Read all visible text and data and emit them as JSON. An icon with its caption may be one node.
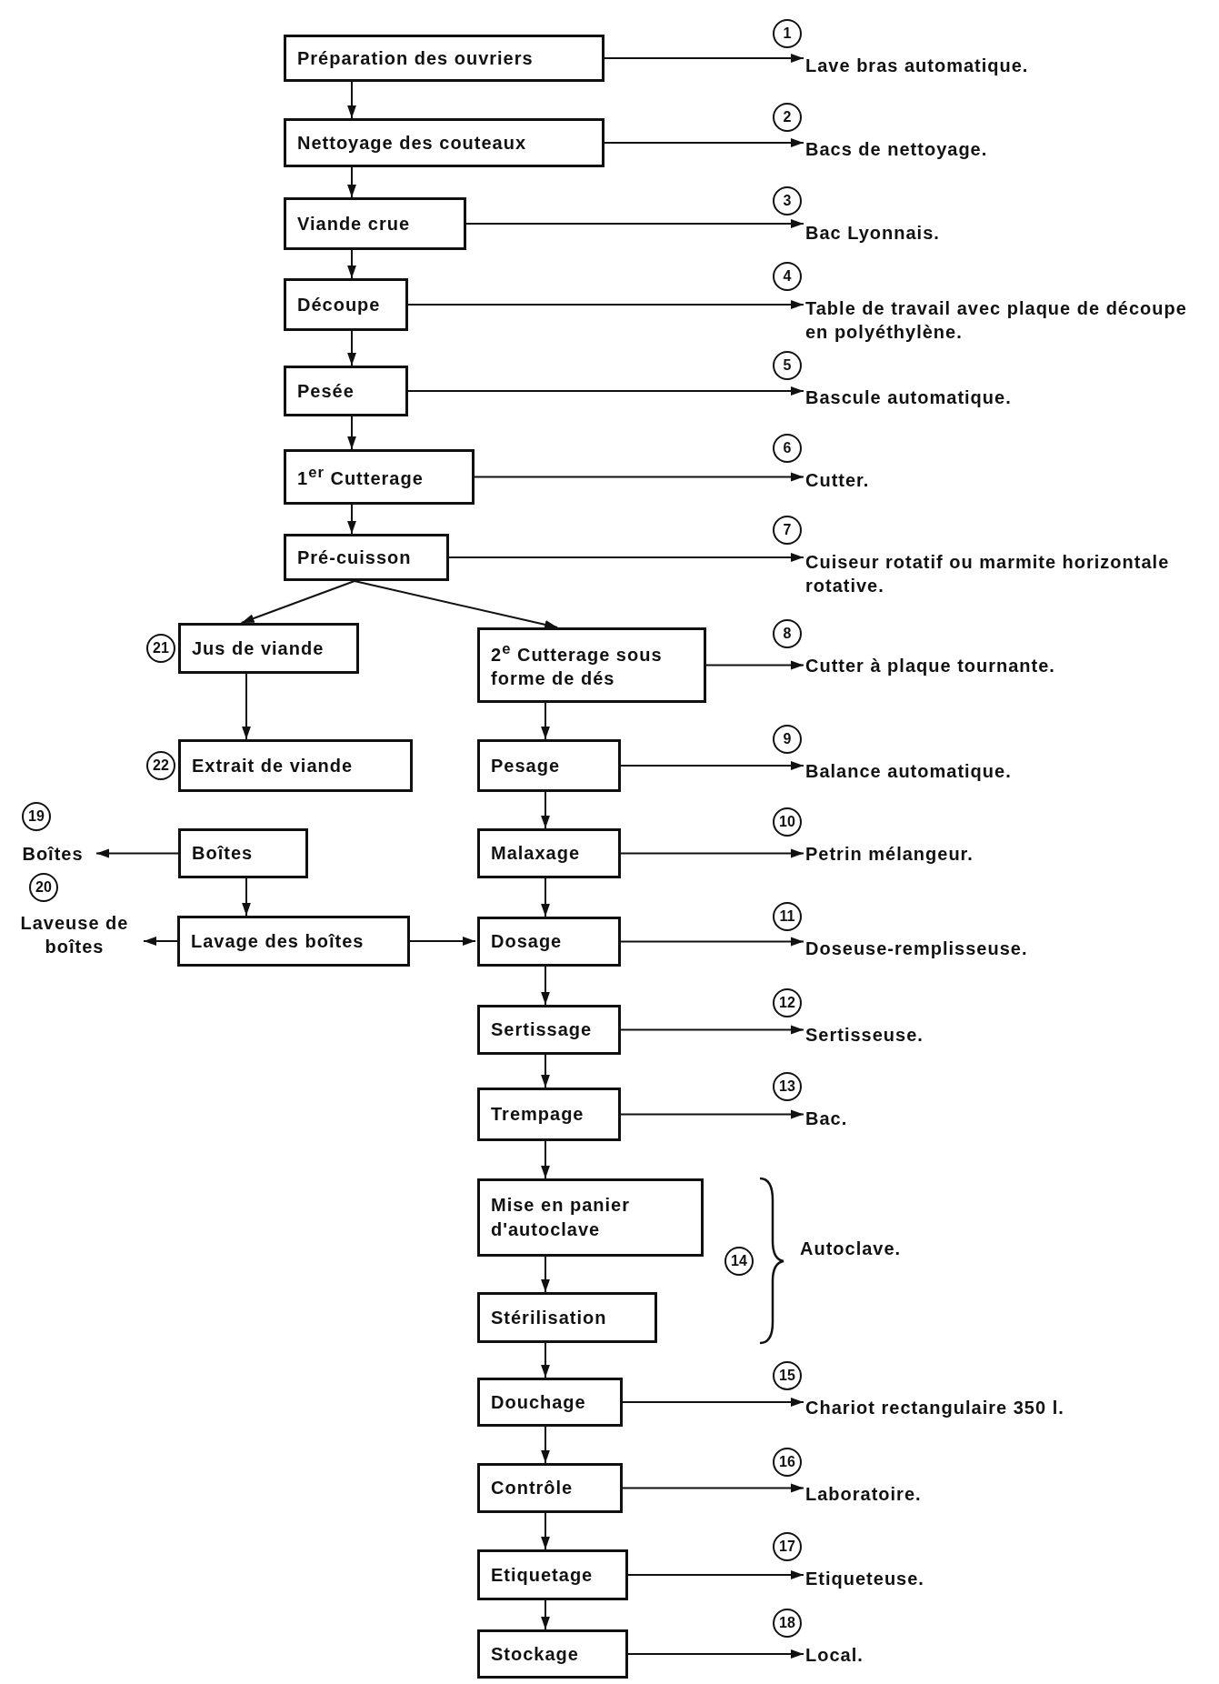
{
  "diagram": {
    "nodes": [
      {
        "text": [
          "Préparation des ouvriers"
        ]
      },
      {
        "text": [
          "Lave bras automatique."
        ],
        "beside": [
          "1"
        ]
      },
      {
        "text": [
          "Nettoyage des couteaux"
        ]
      },
      {
        "text": [
          "Bacs de nettoyage."
        ],
        "beside": [
          "2"
        ]
      },
      {
        "text": [
          "Viande crue"
        ]
      },
      {
        "text": [
          "Bac Lyonnais."
        ],
        "beside": [
          "3"
        ]
      },
      {
        "text": [
          "Découpe"
        ]
      },
      {
        "text": [
          "Table de travail avec plaque de découpe en polyéthylène."
        ],
        "beside": [
          "4"
        ]
      },
      {
        "text": [
          "Pesée"
        ]
      },
      {
        "text": [
          "Bascule automatique."
        ],
        "beside": [
          "5"
        ]
      },
      {
        "text": [
          "1$^{er}$ Cutterage"
        ]
      },
      {
        "text": [
          "Cutter."
        ],
        "beside": [
          "6"
        ]
      },
      {
        "text": [
          "Pré-cuisson"
        ]
      },
      {
        "text": [
          "Cuiseur rotatif ou marmite horizontale rotative."
        ],
        "beside": [
          "7"
        ]
      },
      {
        "text": [
          "Jus de viande"
        ],
        "beside": [
          "21"
        ]
      },
      {
        "text": [
          "2$^{e}$ Cutterage sous forme de dés"
        ]
      },
      {
        "text": [
          "Cutter à plaque tournante."
        ],
        "beside": [
          "8"
        ]
      },
      {
        "text": [
          "Extrait de viande"
        ],
        "beside": [
          "22"
        ]
      },
      {
        "text": [
          "Pesage"
        ]
      },
      {
        "text": [
          "Balance automatique."
        ],
        "beside": [
          "9"
        ]
      },
      {
        "text": [
          "Boîtes"
        ]
      },
      {
        "text": [
          "Boîtes"
        ],
        "beside": [
          "19"
        ]
      },
      {
        "text": [
          "Malaxage"
        ]
      },
      {
        "text": [
          "Petrin mélangeur."
        ],
        "beside": [
          "10"
        ]
      },
      {
        "text": [
          "Lavage des boîtes"
        ]
      },
      {
        "text": [
          "Laveuse de boîtes"
        ],
        "beside": [
          "20"
        ]
      },
      {
        "text": [
          "Dosage"
        ]
      },
      {
        "text": [
          "Doseuse-remplisseuse."
        ],
        "beside": [
          "11"
        ]
      },
      {
        "text": [
          "Sertissage"
        ]
      },
      {
        "text": [
          "Sertisseuse."
        ],
        "beside": [
          "12"
        ]
      },
      {
        "text": [
          "Trempage"
        ]
      },
      {
        "text": [
          "Bac."
        ],
        "beside": [
          "13"
        ]
      },
      {
        "text": [
          "Mise en panier d'autoclave"
        ]
      },
      {
        "text": [
          "Stérilisation"
        ]
      },
      {
        "text": [
          "Douchage"
        ]
      },
      {
        "text": [
          "Chariot rectangulaire 350 l."
        ],
        "beside": [
          "15"
        ]
      },
      {
        "text": [
          "Contrôle"
        ]
      },
      {
        "text": [
          "Laboratoire."
        ],
        "beside": [
          "16"
        ]
      },
      {
        "text": [
          "Etiquetage"
        ]
      },
      {
        "text": [
          "Etiqueteuse."
        ],
        "beside": [
          "17"
        ]
      },
      {
        "text": [
          "Stockage"
        ]
      },
      {
        "text": [
          "Local."
        ],
        "beside": [
          "18"
        ]
      }
    ],
    "edges": [
      {
        "from": 0,
        "to": 1,
        "arrow": "to"
      },
      {
        "from": 0,
        "to": 2,
        "arrow": "to"
      },
      {
        "from": 2,
        "to": 3,
        "arrow": "to"
      },
      {
        "from": 2,
        "to": 4,
        "arrow": "to"
      },
      {
        "from": 4,
        "to": 5,
        "arrow": "to"
      },
      {
        "from": 4,
        "to": 6,
        "arrow": "to"
      },
      {
        "from": 6,
        "to": 7,
        "arrow": "to"
      },
      {
        "from": 6,
        "to": 8,
        "arrow": "to"
      },
      {
        "from": 8,
        "to": 9,
        "arrow": "to"
      },
      {
        "from": 8,
        "to": 10,
        "arrow": "to"
      },
      {
        "from": 10,
        "to": 11,
        "arrow": "to"
      },
      {
        "from": 10,
        "to": 12,
        "arrow": "to"
      },
      {
        "from": 12,
        "to": 13,
        "arrow": "to"
      },
      {
        "from": 12,
        "to": 14,
        "arrow": "to"
      },
      {
        "from": 12,
        "to": 15,
        "arrow": "to"
      },
      {
        "from": 15,
        "to": 16,
        "arrow": "to"
      },
      {
        "from": 14,
        "to": 17,
        "arrow": "to"
      },
      {
        "from": 15,
        "to": 18,
        "arrow": "to"
      },
      {
        "from": 18,
        "to": 19,
        "arrow": "to"
      },
      {
        "from": 18,
        "to": 22,
        "arrow": "to"
      },
      {
        "from": 20,
        "to": 21,
        "arrow": "to"
      },
      {
        "from": 20,
        "to": 24,
        "arrow": "to"
      },
      {
        "from": 22,
        "to": 23,
        "arrow": "to"
      },
      {
        "from": 22,
        "to": 26,
        "arrow": "to"
      },
      {
        "from": 24,
        "to": 25,
        "arrow": "to"
      },
      {
        "from": 24,
        "to": 26,
        "arrow": "to"
      },
      {
        "from": 26,
        "to": 27,
        "arrow": "to"
      },
      {
        "from": 26,
        "to": 28,
        "arrow": "to"
      },
      {
        "from": 28,
        "to": 29,
        "arrow": "to"
      },
      {
        "from": 28,
        "to": 30,
        "arrow": "to"
      },
      {
        "from": 30,
        "to": 31,
        "arrow": "to"
      },
      {
        "from": 30,
        "to": 32,
        "arrow": "to"
      },
      {
        "from": 32,
        "to": 33,
        "arrow": "to"
      },
      {
        "from": 33,
        "to": 34,
        "arrow": "to"
      },
      {
        "from": 34,
        "to": 35,
        "arrow": "to"
      },
      {
        "from": 34,
        "to": 36,
        "arrow": "to"
      },
      {
        "from": 36,
        "to": 37,
        "arrow": "to"
      },
      {
        "from": 36,
        "to": 38,
        "arrow": "to"
      },
      {
        "from": 38,
        "to": 39,
        "arrow": "to"
      },
      {
        "from": 38,
        "to": 40,
        "arrow": "to"
      },
      {
        "from": 40,
        "to": 41,
        "arrow": "to"
      }
    ],
    "labels": [
      "14",
      "Autoclave."
    ]
  }
}
